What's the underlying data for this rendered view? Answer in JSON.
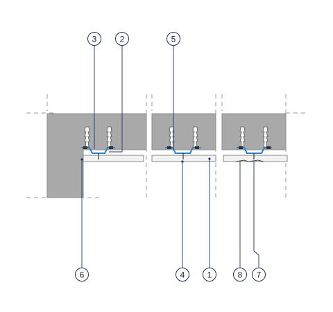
{
  "colors": {
    "slab": "#a9a9a9",
    "board": "#f2f2f2",
    "outline": "#6b6b6b",
    "leader": "#1f2f6b",
    "profile": "#2f7fc4",
    "dash": "#9a9a9a"
  },
  "callouts": {
    "c1": "1",
    "c2": "2",
    "c3": "3",
    "c4": "4",
    "c5": "5",
    "c6": "6",
    "c7": "7",
    "c8": "8"
  }
}
